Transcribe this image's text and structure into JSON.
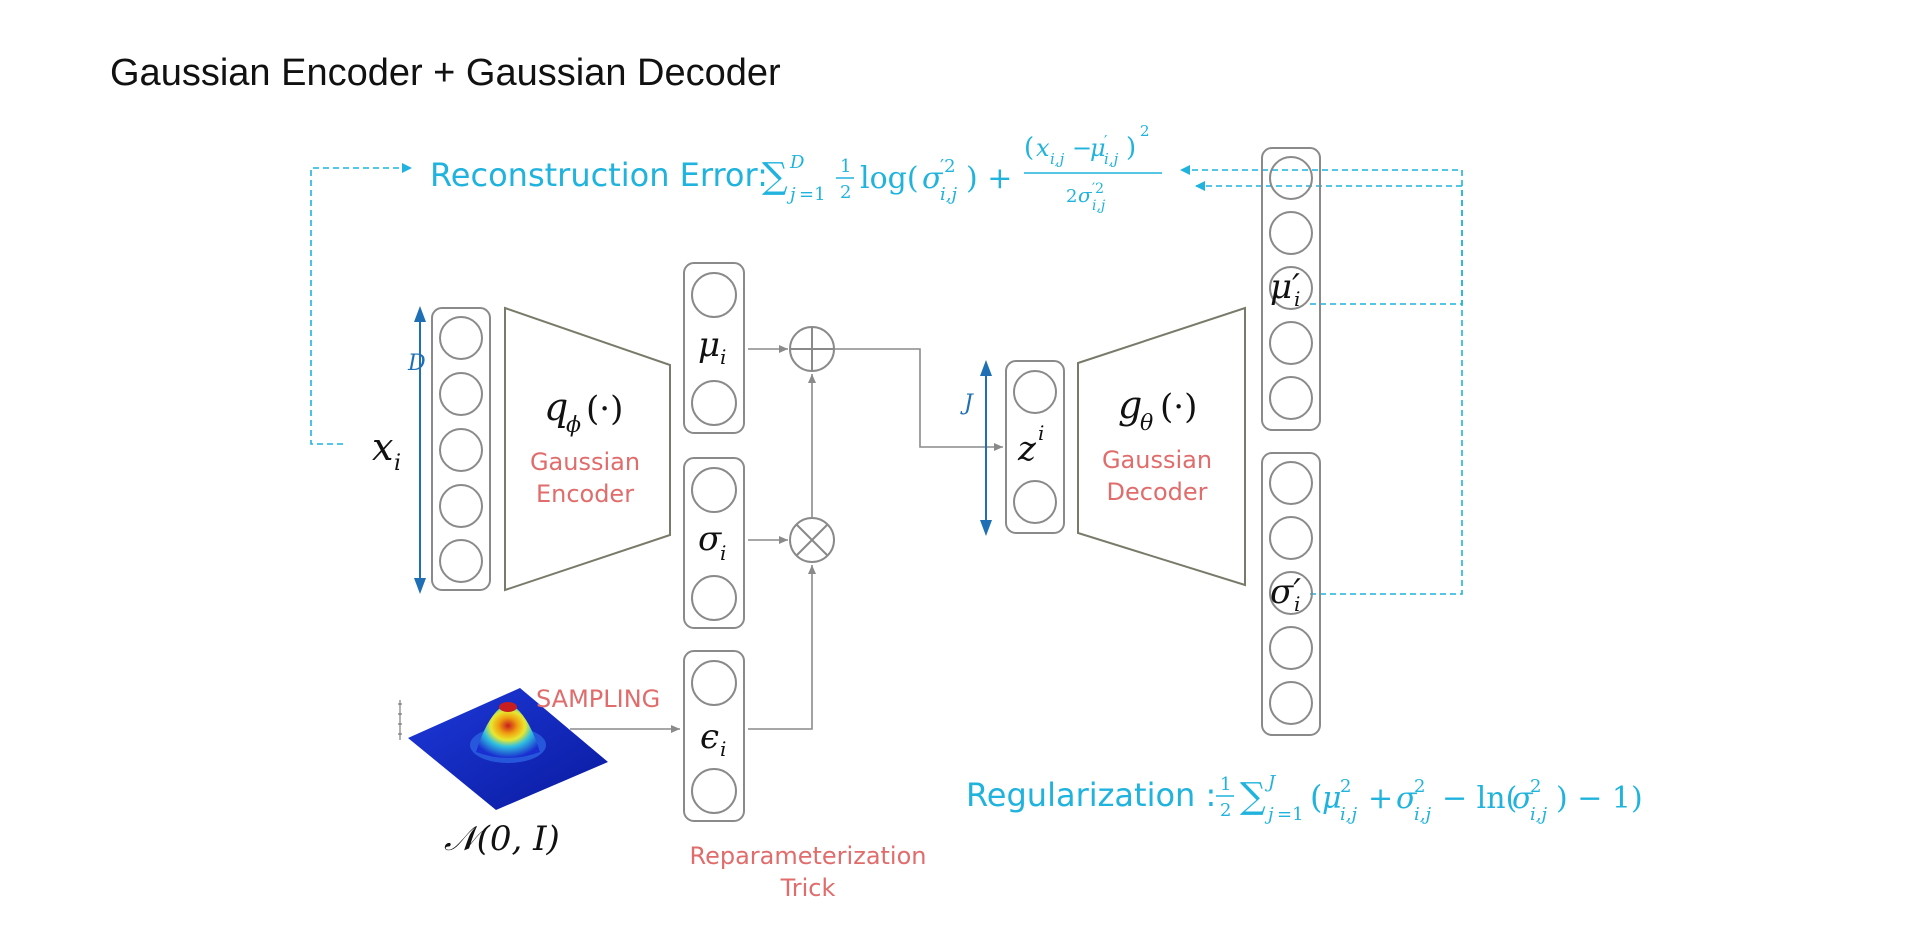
{
  "title": "Gaussian Encoder + Gaussian Decoder",
  "reconstruction": {
    "label": "Reconstruction Error:",
    "formula": "∑_{j=1}^{D} ½ log(σ′²_{i,j}) + (x_{i,j} − μ′_{i,j})² / 2σ′²_{i,j}"
  },
  "regularization": {
    "label": "Regularization :",
    "formula": "½ ∑_{j=1}^{J} (μ²_{i,j} + σ²_{i,j} − ln(σ²_{i,j}) − 1)"
  },
  "input": {
    "symbol": "x",
    "sub": "i",
    "dim_label": "D"
  },
  "encoder": {
    "func": "q",
    "func_sub": "ϕ",
    "arg": "(·)",
    "line1": "Gaussian",
    "line2": "Encoder"
  },
  "mu": {
    "symbol": "μ",
    "sub": "i"
  },
  "sigma": {
    "symbol": "σ",
    "sub": "i"
  },
  "epsilon": {
    "symbol": "ϵ",
    "sub": "i"
  },
  "latent": {
    "symbol": "z",
    "sup": "i",
    "dim_label": "J"
  },
  "decoder": {
    "func": "g",
    "func_sub": "θ",
    "arg": "(·)",
    "line1": "Gaussian",
    "line2": "Decoder"
  },
  "mu_prime": {
    "symbol": "μ′",
    "sub": "i"
  },
  "sigma_prime": {
    "symbol": "σ′",
    "sub": "i"
  },
  "sampling": "SAMPLING",
  "normal": "𝒩(0, I)",
  "reparam": {
    "line1": "Reparameterization",
    "line2": "Trick"
  },
  "colors": {
    "cyan": "#1fb3dd",
    "red": "#e06c6c",
    "blue_arrow": "#1f6fb5",
    "box_stroke": "#8a8a8a",
    "trapezoid": "#7a7a6a"
  }
}
